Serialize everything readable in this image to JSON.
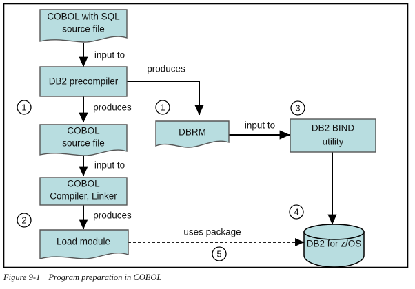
{
  "figure": {
    "caption_label": "Figure 9-1",
    "caption_title": "Program preparation in COBOL",
    "frame_color": "#000000",
    "node_fill": "#b8dde0",
    "node_stroke": "#555555",
    "line_color": "#000000",
    "text_color": "#111111"
  },
  "nodes": {
    "cobol_with_sql": {
      "line1": "COBOL with SQL",
      "line2": "source file",
      "shape": "document"
    },
    "db2_precompiler": {
      "line1": "DB2 precompiler",
      "line2": "",
      "shape": "process"
    },
    "cobol_source": {
      "line1": "COBOL",
      "line2": "source file",
      "shape": "document"
    },
    "cobol_compiler": {
      "line1": "COBOL",
      "line2": "Compiler, Linker",
      "shape": "process"
    },
    "load_module": {
      "line1": "Load module",
      "line2": "",
      "shape": "document"
    },
    "dbrm": {
      "line1": "DBRM",
      "line2": "",
      "shape": "document"
    },
    "db2_bind": {
      "line1": "DB2 BIND",
      "line2": "utility",
      "shape": "process"
    },
    "db2_zos": {
      "line1": "DB2 for z/OS",
      "line2": "",
      "shape": "cylinder"
    }
  },
  "edges": {
    "sql_to_precompiler": "input to",
    "precompiler_to_dbrm": "produces",
    "precompiler_to_cobol_source": "produces",
    "cobol_source_to_compiler": "input to",
    "compiler_to_load_module": "produces",
    "dbrm_to_bind": "input to",
    "load_module_to_db2": "uses package",
    "bind_to_db2": ""
  },
  "steps": {
    "s1_cobol": "1",
    "s1_dbrm": "1",
    "s2_load": "2",
    "s3_bind": "3",
    "s4_db2": "4",
    "s5_package": "5"
  }
}
